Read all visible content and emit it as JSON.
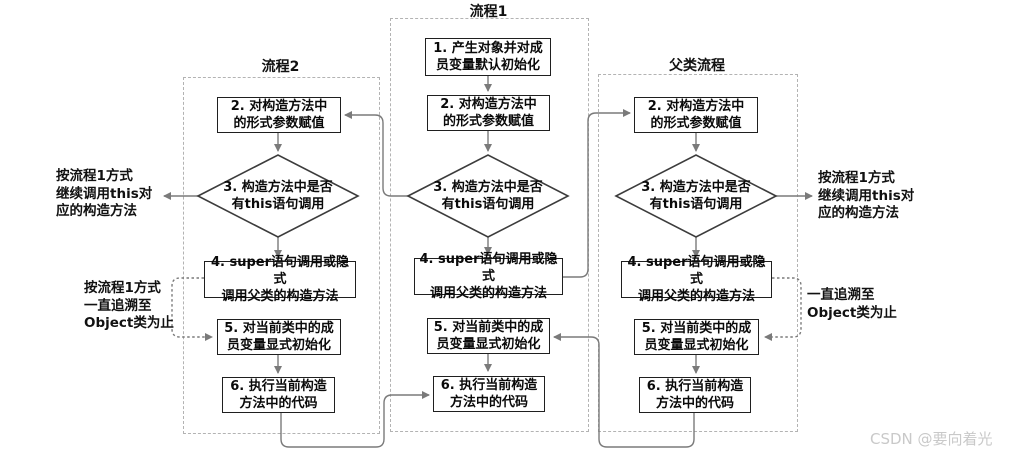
{
  "columns": {
    "p1": {
      "title": "流程1",
      "steps": {
        "s1": "1. 产生对象并对成\n员变量默认初始化",
        "s2": "2. 对构造方法中\n的形式参数赋值",
        "s3": "3. 构造方法中是否\n有this语句调用",
        "s4": "4. super语句调用或隐式\n调用父类的构造方法",
        "s5": "5. 对当前类中的成\n员变量显式初始化",
        "s6": "6. 执行当前构造\n方法中的代码"
      }
    },
    "p2": {
      "title": "流程2",
      "steps": {
        "s2": "2. 对构造方法中\n的形式参数赋值",
        "s3": "3. 构造方法中是否\n有this语句调用",
        "s4": "4. super语句调用或隐式\n调用父类的构造方法",
        "s5": "5. 对当前类中的成\n员变量显式初始化",
        "s6": "6. 执行当前构造\n方法中的代码"
      }
    },
    "parent": {
      "title": "父类流程",
      "steps": {
        "s2": "2. 对构造方法中\n的形式参数赋值",
        "s3": "3. 构造方法中是否\n有this语句调用",
        "s4": "4. super语句调用或隐式\n调用父类的构造方法",
        "s5": "5. 对当前类中的成\n员变量显式初始化",
        "s6": "6. 执行当前构造\n方法中的代码"
      }
    }
  },
  "annotations": {
    "left_this": "按流程1方式\n继续调用this对\n应的构造方法",
    "left_object": "按流程1方式\n一直追溯至\nObject类为止",
    "right_this": "按流程1方式\n继续调用this对\n应的构造方法",
    "right_object": "一直追溯至\nObject类为止"
  },
  "watermark": "CSDN @要向着光",
  "colors": {
    "arrow": "#7a7a7a",
    "node_border": "#1f1f1f",
    "frame_border": "#b3b3b3",
    "text": "#0a0a0a",
    "watermark": "#c9c9c9"
  }
}
